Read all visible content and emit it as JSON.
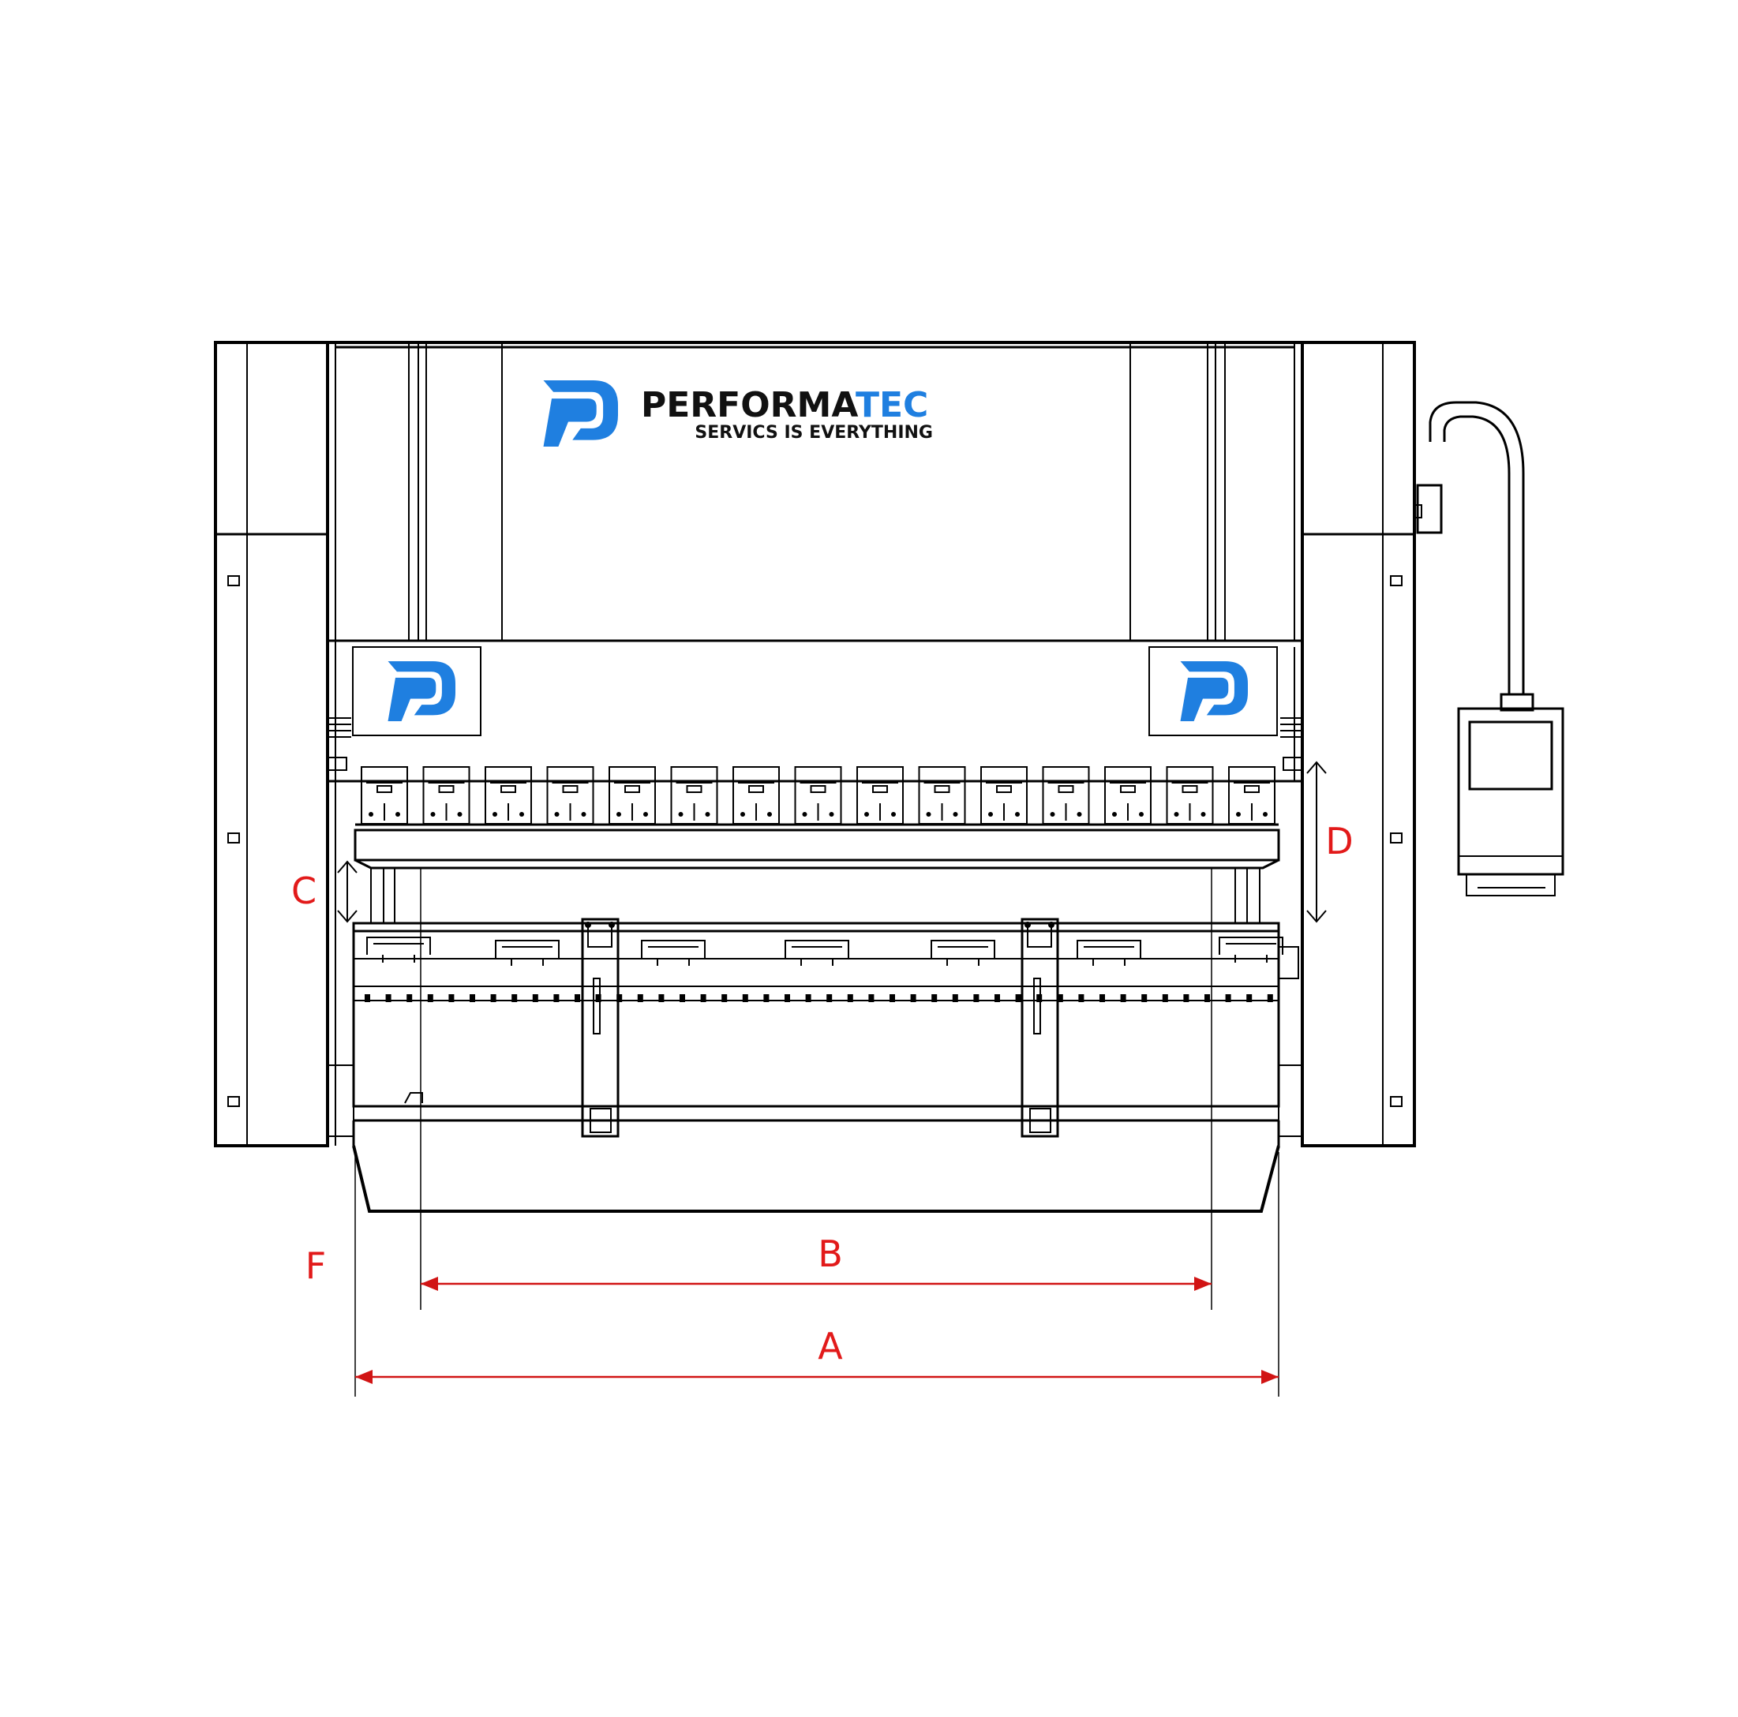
{
  "brand": {
    "name_part1": "PERFORMA",
    "name_part2": "TEC",
    "tagline": "SERVICS IS EVERYTHING",
    "color_dark": "#111111",
    "color_accent": "#1f7fe0"
  },
  "dimensions": {
    "a": "A",
    "b": "B",
    "c": "C",
    "d": "D",
    "f": "F",
    "color": "#e21a1a"
  },
  "icons": [
    "performatec-logo",
    "pendant-control-panel"
  ]
}
